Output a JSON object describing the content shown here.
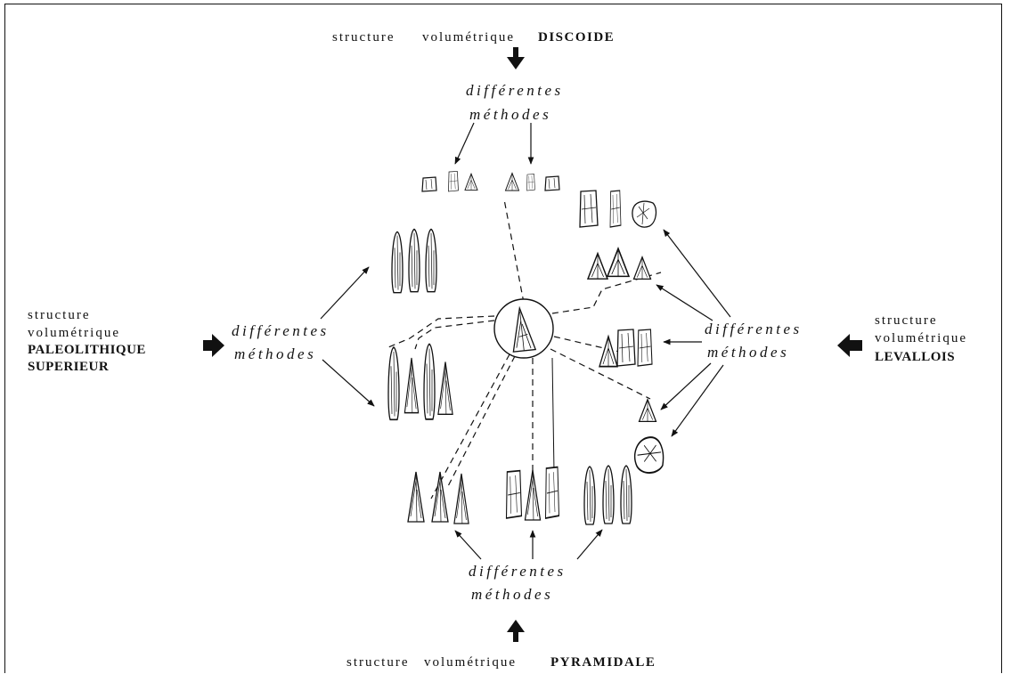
{
  "top": {
    "prefix": "structure",
    "mid": "volumétrique",
    "name": "DISCOIDE"
  },
  "bottom": {
    "prefix": "structure",
    "mid": "volumétrique",
    "name": "PYRAMIDALE"
  },
  "left": {
    "l1": "structure",
    "l2": "volumétrique",
    "l3": "PALEOLITHIQUE",
    "l4": "SUPERIEUR"
  },
  "right": {
    "l1": "structure",
    "l2": "volumétrique",
    "l3": "LEVALLOIS"
  },
  "methods": {
    "line1": "différentes",
    "line2": "méthodes"
  },
  "colors": {
    "ink": "#111111",
    "paper": "#ffffff"
  }
}
